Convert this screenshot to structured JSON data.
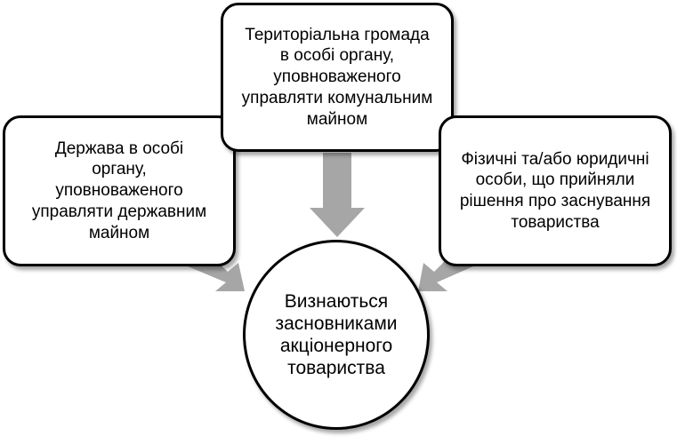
{
  "diagram": {
    "left_box": "Держава  в особі\nоргану,\nуповноваженого\nуправляти   державним\nмайном",
    "top_box": "Територіальна громада\nв  особі  органу,\nуповноваженого\nуправляти комунальним\nмайном",
    "right_box": "Фізичні та/або юридичні\nособи,  що прийняли\nрішення про  заснування\nтовариства",
    "center": "Визнаються\nзасновниками\nакціонерного\nтовариства"
  },
  "colors": {
    "arrow": "#a6a6a6",
    "border": "#000000",
    "background": "#ffffff"
  }
}
